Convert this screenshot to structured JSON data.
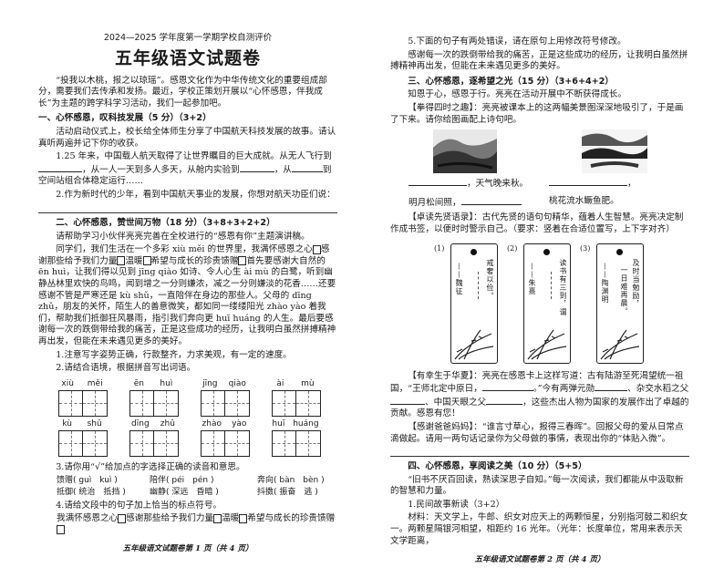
{
  "page1": {
    "header": "2024—2025 学年度第一学期学校自测评价",
    "title": "五年级语文试题卷",
    "intro": "“投我以木桃，报之以琼瑶”。感恩文化作为中华传统文化的重要组成部分，需要我们去传承和发扬。最近，学校正策划开展以“心怀感恩，伴我成长”为主题的跨学科学习活动，我们一起参加吧。",
    "s1": {
      "heading": "一、心怀感恩，叹科技发展（5 分）（3+2）",
      "p": "活动启动仪式上，校长给全体师生分享了中国航天科技发展的故事。请认真听两遍并记下你的收获。",
      "q1a": "1.25 年来，中国载人航天取得了让世界瞩目的巨大成就。从无人飞行到",
      "q1b": "，从一人一天到多人多天，从舱内实验到",
      "q1c": "，从",
      "q1d": "到空间站组合体稳定运行……",
      "q2": "2.作为新时代的少年，看到中国航天事业的发展，你想对航天功臣们说："
    },
    "s2": {
      "heading": "二、心怀感恩，赞世间万物（18 分）（3+8+3+2+2）",
      "p0": "请帮助学习小伙伴亮亮完善在全校进行的“感恩有你”主题演讲稿。",
      "p1": "同学们，我们生活在一个多彩 xiù měi 的世界里，我满怀感恩之心",
      "p2": "感谢那些给予我们力量",
      "p3": "温暖",
      "p4": "希望与成长的珍贵馈赠",
      "p5": "首先要感谢大自然的 ēn huì，让我们得以见到 jīng qiào 如诗、令人心生 ài mù 的白鹭，听到幽静丛林里欢快的鸟鸣，闻到增之一分则嫌浓，减之一分则嫌淡的花香……还要感谢不管是严寒还是 kù shǔ，一直陪伴在身边的那些人。父母的 dīng zhǔ，朋友的关怀，陌生人的善意微笑，都如同一缕缕阳光 zhào yào 着我们，帮助我们抵御狂风暴雨，指引我们奔向更 huī huáng 的人生。最后要感谢每一次的跌倒带给我的痛苦，正是这些成功的经历，让我明白虽然拼搏精神再出发，但能在未来遇见更多的美好。",
      "q1": "1.注意写字姿势正确，行款整齐，力求美观，有一定的速度。",
      "q2": "2.请结合语境，根据拼音写出词语。",
      "pinyin": [
        [
          "xiù",
          "měi"
        ],
        [
          "ēn",
          "huì"
        ],
        [
          "jīng",
          "qiào"
        ],
        [
          "ài",
          "mù"
        ],
        [
          "kù",
          "shǔ"
        ],
        [
          "dīng",
          "zhǔ"
        ],
        [
          "zhào",
          "yào"
        ],
        [
          "huī",
          "huáng"
        ]
      ],
      "q3": "3.请你用“√”给加点的字选择正确的读音和意思。",
      "choices": [
        "馈赠( guì　kuì )",
        "陪伴( péi　pén )",
        "奔向( bàn　bèn )",
        "抵御( 统治　抵挡 )",
        "幽静( 深远　昏暗 )",
        "抖擞( 振奋　逃 )"
      ],
      "q4": "4.请给文段中的句子加上恰当的标点符号。",
      "q4a": "我满怀感恩之心",
      "q4b": "感谢那些给予我们力量",
      "q4c": "温暖",
      "q4d": "希望与成长的珍贵馈赠"
    },
    "footer": "五年级语文试题卷第 1 页（共 4 页）"
  },
  "page2": {
    "q5": "5.下面的句子有两处错误，请在原句上用修改符号修改。",
    "q5s": "感谢每一次的跌倒带给我的痛苦，正是这些成功的经历，让我明白虽然拼搏精神再出发，但能在未来遇见更多的美好。",
    "s3": {
      "heading": "三、心怀感恩，逐希望之光（15 分）（3+6+4+2）",
      "p": "知恩于心，感恩于行。亮亮在活动开展中不断获得成长。",
      "p2": "【拳得四时之趣】：亮亮被课本上的这两幅美景图深深地吸引了，于是画了下来。请你给图画配上诗句吧。",
      "poem1": "，天气晚来秋。",
      "poem2": "明月松间照，",
      "poem3": "，",
      "poem4": "桃花流水鳜鱼肥。",
      "p3": "【卓读先贤语录】：古代先贤的语句句精华，蕴着人生智慧。亮亮决定制作成书签，以便时时警示自己。（要求：竖着在合适位置写，上下字对齐）",
      "bookmarks": [
        {
          "no": "(1)",
          "quote": "戒奢以俭。",
          "author": "——魏征"
        },
        {
          "no": "(2)",
          "quote": "读书有三到，谓",
          "author": "——朱熹"
        },
        {
          "no": "(3)",
          "quote": "及时当勉励，",
          "quote2": "一日难再晨。",
          "author": "——陶渊明"
        }
      ],
      "p4a": "【有幸生于华夏】：亮亮在感恩卡上这样写道：古有陆游至死渴望统一祖国，“王师北定中原日，",
      "p4b": "。”今有两弹元勋",
      "p4c": "、杂交水稻之父",
      "p4d": "、中国天眼之父",
      "p4e": "，这些杰出人物为国家的发展作出了卓越的贡献。感恩有您！",
      "p5": "【感谢爸爸妈妈】：“谁言寸草心，报得三春晖”。回报父母的爱从日常点滴做起。请用一两句话记录你为父母做的事情，表现出你的“体贴入微”。"
    },
    "s4": {
      "heading": "四、心怀感恩，享阅读之美（10 分）（5+5）",
      "p": "“旧书不厌百回读，熟读深思子自知。”每一次阅读，我们都能从中汲取新的智慧和力量。",
      "q1": "1.民间故事新读（3+2）",
      "m": "材料：天文学上，牛郎、织女对应天上的两颗恒星，分别指河鼓二和织女一。两颗星隔银河相望，相距约 16 光年。（光年：长度单位，常用来表示天文学距离，"
    },
    "footer": "五年级语文试题卷第 2 页（共 4 页）"
  }
}
